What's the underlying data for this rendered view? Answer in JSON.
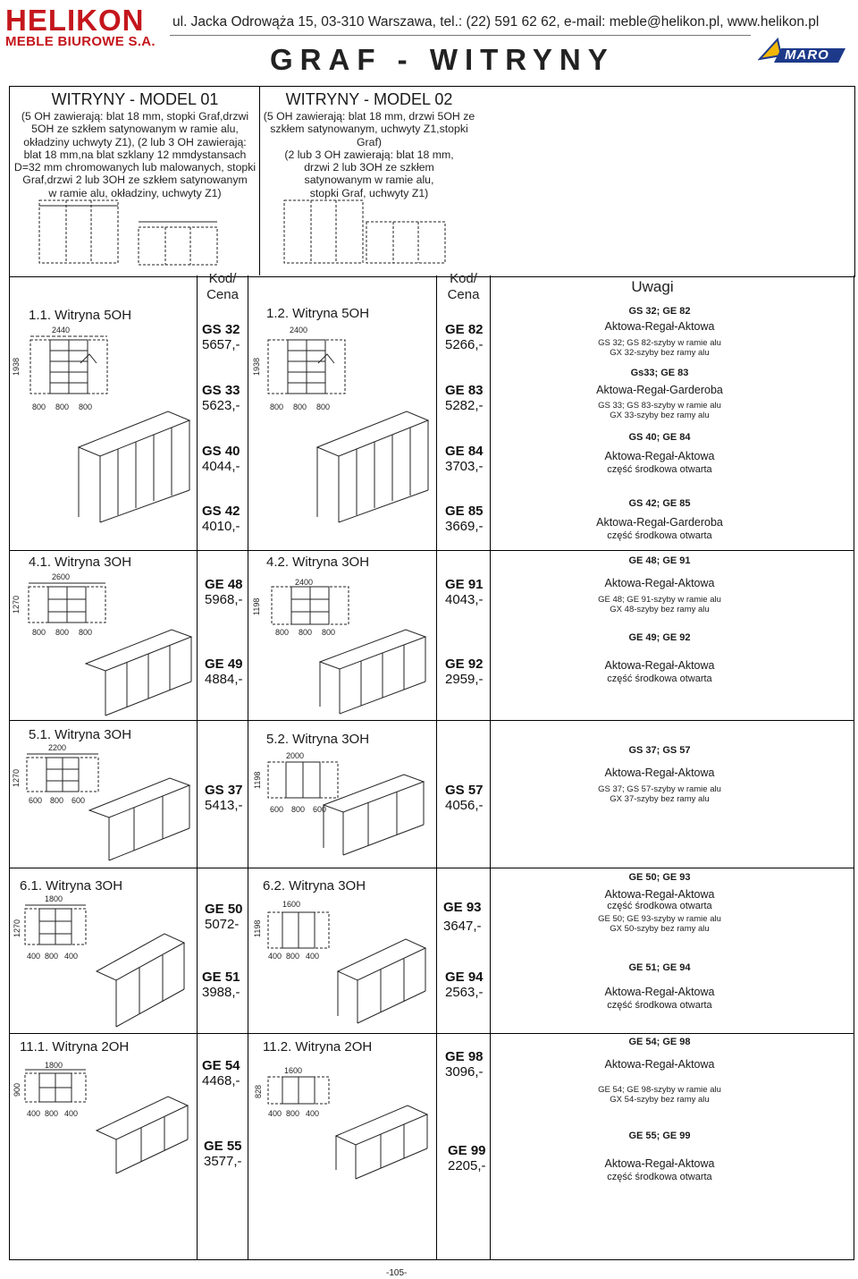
{
  "header": {
    "logo_main": "HELIKON",
    "logo_sub": "MEBLE BIUROWE S.A.",
    "contact": "ul. Jacka Odrowąża 15, 03-310 Warszawa, tel.: (22) 591 62 62, e-mail: meble@helikon.pl, www.helikon.pl",
    "title": "GRAF - WITRYNY",
    "partner_logo": "MARO",
    "brand_color": "#c4161c"
  },
  "models": [
    {
      "title": "WITRYNY - MODEL 01",
      "desc": [
        "(5 OH zawierają: blat 18 mm, stopki Graf,drzwi",
        "5OH ze szkłem satynowanym w ramie alu,",
        "okładziny uchwyty Z1), (2 lub 3 OH zawierają:",
        "blat 18 mm,na blat szklany 12 mmdystansach",
        "D=32 mm chromowanych lub malowanych, stopki",
        "Graf,drzwi 2 lub 3OH ze szkłem satynowanym",
        "w ramie alu, okładziny, uchwyty Z1)"
      ]
    },
    {
      "title": "WITRYNY - MODEL 02",
      "desc": [
        "(5 OH zawierają: blat 18 mm, drzwi 5OH ze",
        "szkłem satynowanym, uchwyty Z1,stopki Graf)",
        "(2 lub 3 OH zawierają: blat 18 mm,",
        "drzwi 2 lub 3OH ze szkłem",
        "satynowanym w ramie alu,",
        "stopki Graf, uchwyty Z1)"
      ]
    }
  ],
  "columns": {
    "kod": "Kod/",
    "cena": "Cena",
    "uwagi": "Uwagi"
  },
  "rows": [
    {
      "left_title": "1.1. Witryna  5OH",
      "left_w": "2440",
      "left_h": "1938",
      "left_d": [
        "800",
        "800",
        "800"
      ],
      "right_title": "1.2. Witryna  5OH",
      "right_w": "2400",
      "right_h": "1938",
      "right_d": [
        "800",
        "800",
        "800"
      ]
    },
    {
      "left_title": "4.1. Witryna  3OH",
      "left_w": "2600",
      "left_h": "1270",
      "left_d": [
        "800",
        "800",
        "800"
      ],
      "right_title": "4.2. Witryna  3OH",
      "right_w": "2400",
      "right_h": "1198",
      "right_d": [
        "800",
        "800",
        "800"
      ]
    },
    {
      "left_title": "5.1. Witryna  3OH",
      "left_w": "2200",
      "left_h": "1270",
      "left_d": [
        "600",
        "800",
        "600"
      ],
      "right_title": "5.2. Witryna  3OH",
      "right_w": "2000",
      "right_h": "1198",
      "right_d": [
        "600",
        "800",
        "600"
      ]
    },
    {
      "left_title": "6.1. Witryna  3OH",
      "left_w": "1800",
      "left_h": "1270",
      "left_d": [
        "400",
        "800",
        "400"
      ],
      "right_title": "6.2. Witryna  3OH",
      "right_w": "1600",
      "right_h": "1198",
      "right_d": [
        "400",
        "800",
        "400"
      ]
    },
    {
      "left_title": "11.1. Witryna  2OH",
      "left_w": "1800",
      "left_h": "900",
      "left_d": [
        "400",
        "800",
        "400"
      ],
      "right_title": "11.2. Witryna  2OH",
      "right_w": "1600",
      "right_h": "828",
      "right_d": [
        "400",
        "800",
        "400"
      ]
    }
  ],
  "prices_left": [
    {
      "code": "GS 32",
      "price": "5657,-"
    },
    {
      "code": "GS 33",
      "price": "5623,-"
    },
    {
      "code": "GS 40",
      "price": "4044,-"
    },
    {
      "code": "GS 42",
      "price": "4010,-"
    },
    {
      "code": "GE 48",
      "price": "5968,-"
    },
    {
      "code": "GE 49",
      "price": "4884,-"
    },
    {
      "code": "GS 37",
      "price": "5413,-"
    },
    {
      "code": "GE 50",
      "price": "5072-"
    },
    {
      "code": "GE 51",
      "price": "3988,-"
    },
    {
      "code": "GE 54",
      "price": "4468,-"
    },
    {
      "code": "GE 55",
      "price": "3577,-"
    }
  ],
  "prices_right": [
    {
      "code": "GE 82",
      "price": "5266,-"
    },
    {
      "code": "GE 83",
      "price": "5282,-"
    },
    {
      "code": "GE 84",
      "price": "3703,-"
    },
    {
      "code": "GE 85",
      "price": "3669,-"
    },
    {
      "code": "GE 91",
      "price": "4043,-"
    },
    {
      "code": "GE 92",
      "price": "2959,-"
    },
    {
      "code": "GS 57",
      "price": "4056,-"
    },
    {
      "code": "GE 93",
      "price": "3647,-"
    },
    {
      "code": "GE 94",
      "price": "2563,-"
    },
    {
      "code": "GE 98",
      "price": "3096,-"
    },
    {
      "code": "GE 99",
      "price": "2205,-"
    }
  ],
  "uwagi": [
    {
      "head": "GS 32; GE 82",
      "desc": "Aktowa-Regał-Aktowa",
      "n1": "GS 32; GS 82-szyby w ramie alu",
      "n2": "GX 32-szyby bez ramy alu"
    },
    {
      "head": "Gs33; GE 83",
      "desc": "Aktowa-Regał-Garderoba",
      "n1": "GS 33; GS 83-szyby w ramie alu",
      "n2": "GX 33-szyby bez ramy alu"
    },
    {
      "head": "GS 40; GE 84",
      "desc": "Aktowa-Regał-Aktowa",
      "n1": "część środkowa otwarta",
      "n2": ""
    },
    {
      "head": "GS 42; GE 85",
      "desc": "Aktowa-Regał-Garderoba",
      "n1": "część środkowa otwarta",
      "n2": ""
    },
    {
      "head": "GE 48; GE 91",
      "desc": "Aktowa-Regał-Aktowa",
      "n1": "GE 48; GE 91-szyby w ramie alu",
      "n2": "GX 48-szyby bez ramy alu"
    },
    {
      "head": "GE 49; GE 92",
      "desc": "Aktowa-Regał-Aktowa",
      "n1": "część środkowa otwarta",
      "n2": ""
    },
    {
      "head": "GS 37; GS 57",
      "desc": "Aktowa-Regał-Aktowa",
      "n1": "GS 37; GS 57-szyby w ramie alu",
      "n2": "GX 37-szyby bez ramy alu"
    },
    {
      "head": "GE 50; GE 93",
      "desc": "Aktowa-Regał-Aktowa",
      "n1": "część środkowa otwarta",
      "n2": "GE 50; GE 93-szyby w ramie alu",
      "n3": "GX 50-szyby bez ramy alu"
    },
    {
      "head": "GE 51; GE 94",
      "desc": "Aktowa-Regał-Aktowa",
      "n1": "część środkowa otwarta",
      "n2": ""
    },
    {
      "head": "GE 54; GE 98",
      "desc": "Aktowa-Regał-Aktowa",
      "n1": "GE 54; GE 98-szyby w ramie alu",
      "n2": "GX 54-szyby bez ramy alu"
    },
    {
      "head": "GE 55; GE 99",
      "desc": "Aktowa-Regał-Aktowa",
      "n1": "część środkowa otwarta",
      "n2": ""
    }
  ],
  "footer": {
    "page": "-105-"
  }
}
